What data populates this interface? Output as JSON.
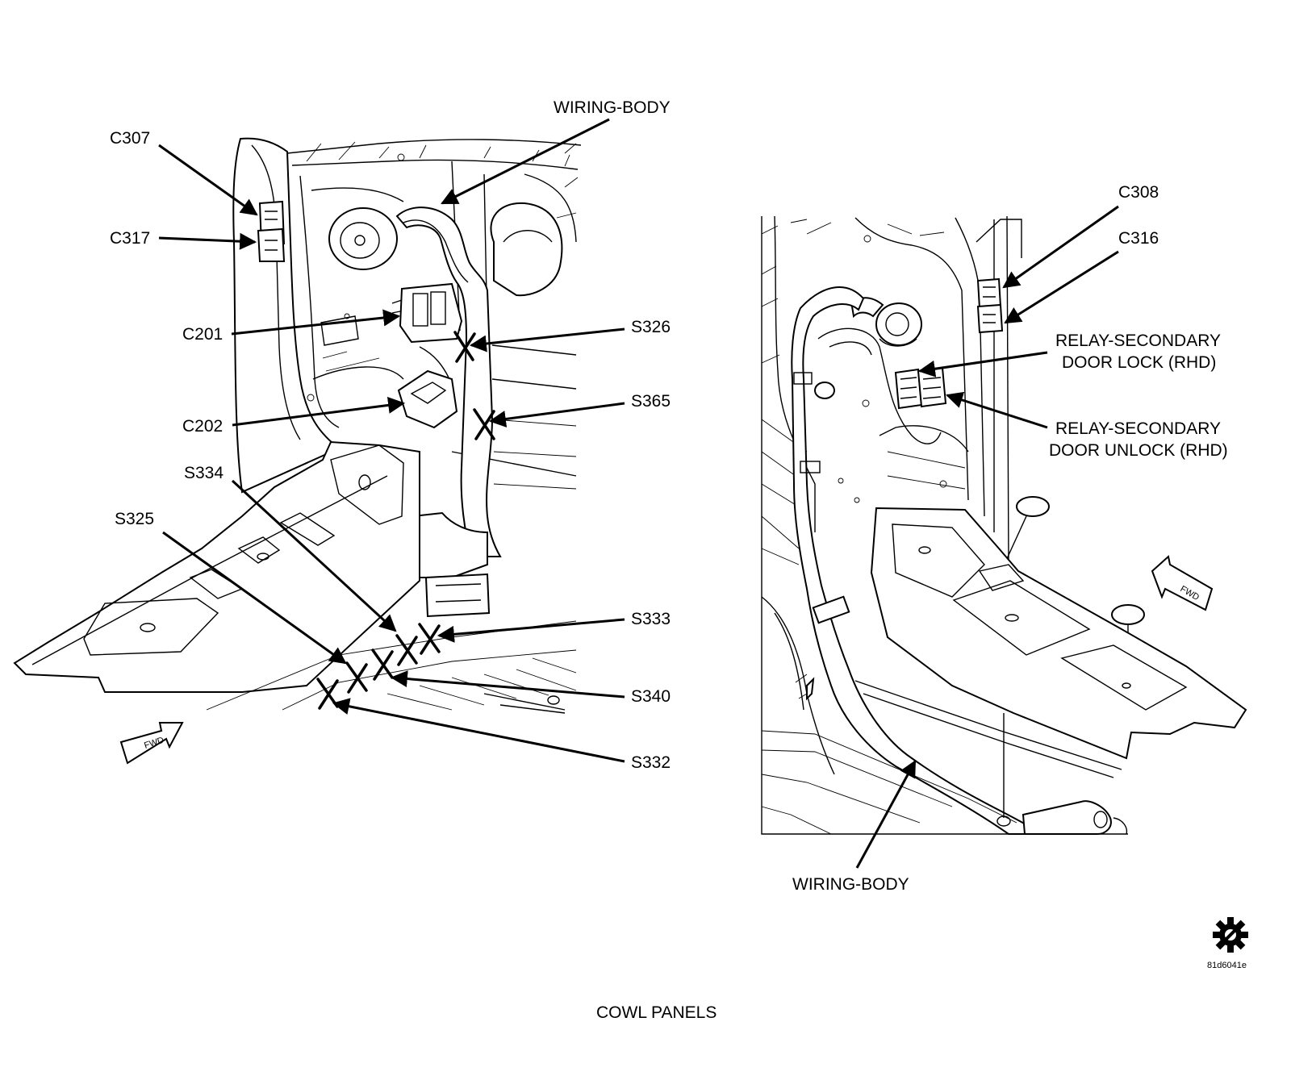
{
  "caption": "COWL PANELS",
  "figure_id": "81d6041e",
  "icon": "gear-icon",
  "left_view": {
    "fwd_label": "FWD",
    "callouts": {
      "wiring_body": "WIRING-BODY",
      "c307": "C307",
      "c317": "C317",
      "c201": "C201",
      "c202": "C202",
      "s326": "S326",
      "s365": "S365",
      "s334": "S334",
      "s325": "S325",
      "s333": "S333",
      "s340": "S340",
      "s332": "S332"
    }
  },
  "right_view": {
    "fwd_label": "FWD",
    "callouts": {
      "c308": "C308",
      "c316": "C316",
      "relay_lock_1": "RELAY-SECONDARY",
      "relay_lock_2": "DOOR LOCK (RHD)",
      "relay_unlock_1": "RELAY-SECONDARY",
      "relay_unlock_2": "DOOR UNLOCK (RHD)",
      "wiring_body": "WIRING-BODY"
    }
  }
}
